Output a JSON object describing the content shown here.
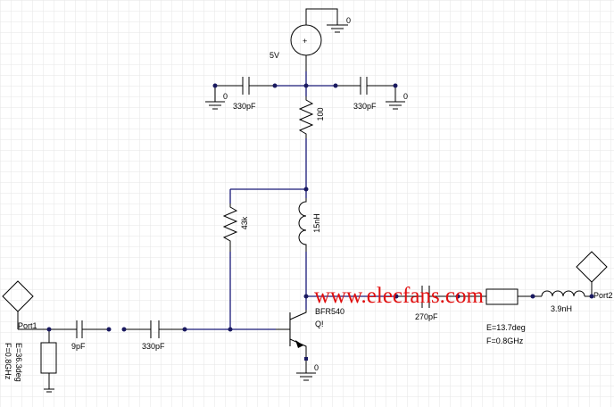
{
  "supply": {
    "label": "5V",
    "ground_label": "0"
  },
  "decoupling": {
    "left_cap": "330pF",
    "right_cap": "330pF",
    "left_ground": "0",
    "right_ground": "0"
  },
  "collector_resistor": "100",
  "bias_resistor": "43k",
  "collector_inductor": "15nH",
  "input": {
    "port": "Port1",
    "series_cap_1": "9pF",
    "series_cap_2": "330pF",
    "tline_E": "E=36.3deg",
    "tline_F": "F=0.8GHz"
  },
  "transistor": {
    "part": "BFR540",
    "ref": "Q!",
    "ground_label": "0"
  },
  "output": {
    "coupling_cap": "270pF",
    "tline_E": "E=13.7deg",
    "tline_F": "F=0.8GHz",
    "inductor": "3.9nH",
    "port": "Port2"
  },
  "watermark": "www.elecfans.com",
  "colors": {
    "wire": "#1a1a78",
    "watermark": "#e01010",
    "grid": "#e6e6e6"
  }
}
